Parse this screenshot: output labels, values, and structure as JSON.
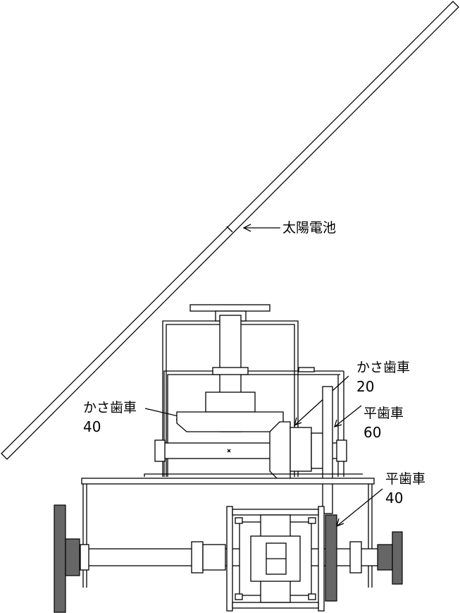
{
  "labels": {
    "solar_cell": "太陽電池",
    "bevel_gear_40_name": "かさ歯車",
    "bevel_gear_40_teeth": "40",
    "bevel_gear_20_name": "かさ歯車",
    "bevel_gear_20_teeth": "20",
    "spur_gear_60_name": "平歯車",
    "spur_gear_60_teeth": "60",
    "spur_gear_40_name": "平歯車",
    "spur_gear_40_teeth": "40"
  },
  "colors": {
    "line": "#000000",
    "wheel_fill": "#666666",
    "background": "#ffffff"
  }
}
